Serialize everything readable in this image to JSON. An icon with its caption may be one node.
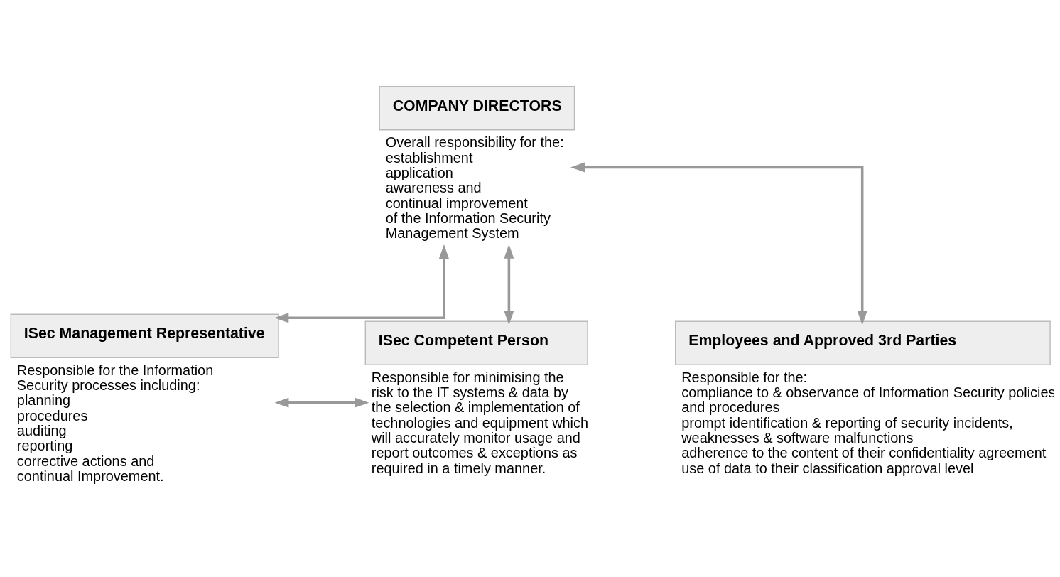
{
  "diagram": {
    "nodes": [
      {
        "text": [
          "COMPANY DIRECTORS"
        ],
        "beside": [
          "Overall responsibility for the:",
          "establishment",
          "application",
          "awareness and",
          "continual improvement",
          "of the Information Security Management System"
        ]
      },
      {
        "text": [
          "ISec Management Representative"
        ],
        "beside": [
          "Responsible for the Information Security processes including:",
          "planning",
          "procedures",
          "auditing",
          "reporting",
          "corrective actions and",
          "continual Improvement."
        ]
      },
      {
        "text": [
          "ISec Competent Person"
        ],
        "beside": [
          "Responsible for minimising the risk to the IT systems & data by the selection & implementation of technologies and equipment which will accurately monitor usage and report outcomes & exceptions as required in a timely manner."
        ]
      },
      {
        "text": [
          "Employees and Approved 3rd Parties"
        ],
        "beside": [
          "Responsible for the:",
          "compliance to & observance of Information Security policies and procedures",
          "prompt identification & reporting of security incidents, weaknesses & software malfunctions",
          "adherence to the content of their confidentiality agreement",
          "use of data to their classification approval level"
        ]
      }
    ],
    "edges": [
      {
        "from": 0,
        "to": 1,
        "arrow": "both"
      },
      {
        "from": 0,
        "to": 2,
        "arrow": "both"
      },
      {
        "from": 1,
        "to": 2,
        "arrow": "both"
      },
      {
        "from": 0,
        "to": 3,
        "arrow": "both"
      }
    ]
  }
}
